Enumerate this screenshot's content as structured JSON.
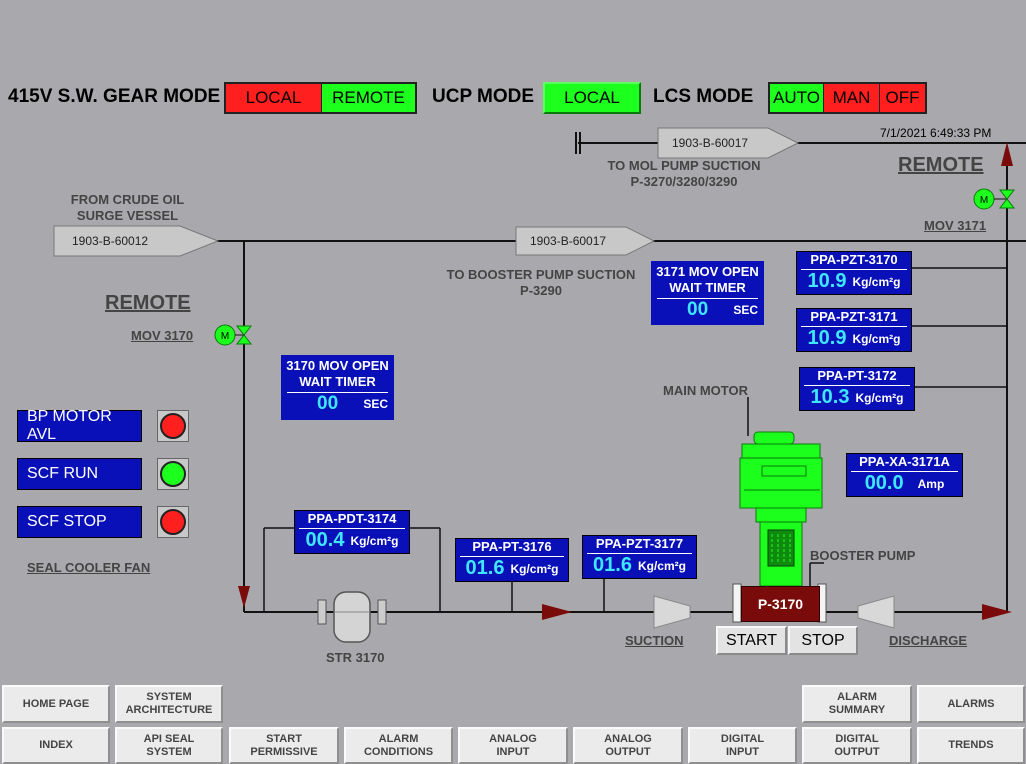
{
  "header": {
    "swgear_label": "415V S.W. GEAR MODE",
    "swgear_local": "LOCAL",
    "swgear_remote": "REMOTE",
    "ucp_label": "UCP MODE",
    "ucp_local": "LOCAL",
    "lcs_label": "LCS MODE",
    "lcs_auto": "AUTO",
    "lcs_man": "MAN",
    "lcs_off": "OFF",
    "datetime": "7/1/2021 6:49:33 PM"
  },
  "pipes": {
    "mol_tag": "1903-B-60017",
    "mol_text": "TO MOL PUMP SUCTION\nP-3270/3280/3290",
    "crude_from": "FROM CRUDE OIL\nSURGE VESSEL",
    "crude_tag": "1903-B-60012",
    "booster_tag": "1903-B-60017",
    "booster_text": "TO BOOSTER PUMP SUCTION\nP-3290"
  },
  "valves": {
    "mov3171_mode": "REMOTE",
    "mov3171_label": "MOV 3171",
    "mov3170_mode": "REMOTE",
    "mov3170_label": "MOV 3170"
  },
  "timers": {
    "t3171_title": "3171 MOV OPEN\nWAIT TIMER",
    "t3171_value": "00",
    "t3171_unit": "SEC",
    "t3170_title": "3170 MOV OPEN\nWAIT TIMER",
    "t3170_value": "00",
    "t3170_unit": "SEC"
  },
  "instruments": {
    "pzt3170_tag": "PPA-PZT-3170",
    "pzt3170_value": "10.9",
    "pzt3170_unit": "Kg/cm²g",
    "pzt3171_tag": "PPA-PZT-3171",
    "pzt3171_value": "10.9",
    "pzt3171_unit": "Kg/cm²g",
    "pt3172_tag": "PPA-PT-3172",
    "pt3172_value": "10.3",
    "pt3172_unit": "Kg/cm²g",
    "xa3171a_tag": "PPA-XA-3171A",
    "xa3171a_value": "00.0",
    "xa3171a_unit": "Amp",
    "pdt3174_tag": "PPA-PDT-3174",
    "pdt3174_value": "00.4",
    "pdt3174_unit": "Kg/cm²g",
    "pt3176_tag": "PPA-PT-3176",
    "pt3176_value": "01.6",
    "pt3176_unit": "Kg/cm²g",
    "pzt3177_tag": "PPA-PZT-3177",
    "pzt3177_value": "01.6",
    "pzt3177_unit": "Kg/cm²g"
  },
  "status": {
    "bp_motor_avl": "BP MOTOR AVL",
    "bp_motor_avl_color": "#ff1f1f",
    "scf_run": "SCF RUN",
    "scf_run_color": "#1dff1d",
    "scf_stop": "SCF STOP",
    "scf_stop_color": "#ff1f1f",
    "group_label": "SEAL COOLER FAN"
  },
  "equipment": {
    "main_motor": "MAIN MOTOR",
    "booster_pump": "BOOSTER PUMP",
    "pump_tag": "P-3170",
    "strainer": "STR 3170",
    "suction": "SUCTION",
    "discharge": "DISCHARGE",
    "start": "START",
    "stop": "STOP"
  },
  "nav": {
    "home_page": "HOME PAGE",
    "system_architecture": "SYSTEM\nARCHITECTURE",
    "alarm_summary": "ALARM\nSUMMARY",
    "alarms": "ALARMS",
    "index": "INDEX",
    "api_seal_system": "API SEAL\nSYSTEM",
    "start_permissive": "START\nPERMISSIVE",
    "alarm_conditions": "ALARM\nCONDITIONS",
    "analog_input": "ANALOG\nINPUT",
    "analog_output": "ANALOG\nOUTPUT",
    "digital_input": "DIGITAL\nINPUT",
    "digital_output": "DIGITAL\nOUTPUT",
    "trends": "TRENDS"
  }
}
